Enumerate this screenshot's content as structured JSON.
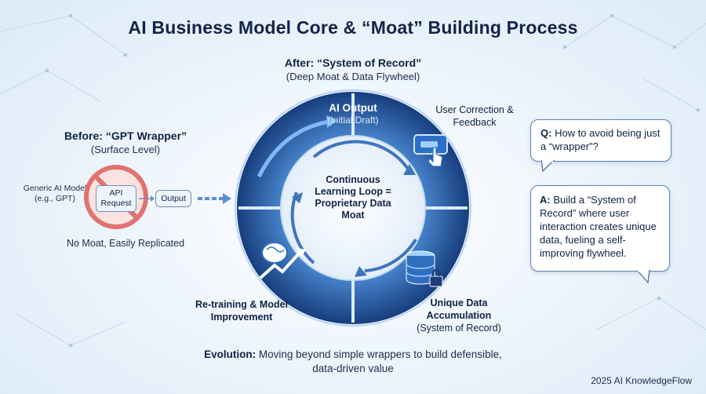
{
  "title": "AI Business Model Core & “Moat” Building Process",
  "after": {
    "heading": "After: “System of Record”",
    "subheading": "(Deep Moat & Data Flywheel)"
  },
  "before": {
    "heading": "Before: “GPT Wrapper”",
    "subheading": "(Surface Level)",
    "generic_model": "Generic AI Model (e.g., GPT)",
    "api_request": "API Request",
    "output": "Output",
    "note": "No Moat, Easily Replicated"
  },
  "cycle": {
    "ai_output": "AI Output",
    "ai_output_sub": "(Initial Draft)",
    "user_correction": "User Correction & Feedback",
    "unique_data": "Unique Data Accumulation",
    "unique_data_sub": "(System of Record)",
    "retraining": "Re-training & Model Improvement",
    "center": "Continuous Learning Loop = Proprietary Data Moat"
  },
  "qa": {
    "q_prefix": "Q:",
    "question": "How to avoid being just a “wrapper”?",
    "a_prefix": "A:",
    "answer": "Build a “System of Record” where user interaction creates unique data, fueling a self-improving flywheel."
  },
  "evolution": {
    "prefix": "Evolution:",
    "text": "Moving beyond simple wrappers to build defensible, data-driven value"
  },
  "footer": "2025 AI KnowledgeFlow",
  "colors": {
    "ring_dark": "#1a4f97",
    "ring_light": "#4f8fd8",
    "accent_red": "#e0736f"
  }
}
